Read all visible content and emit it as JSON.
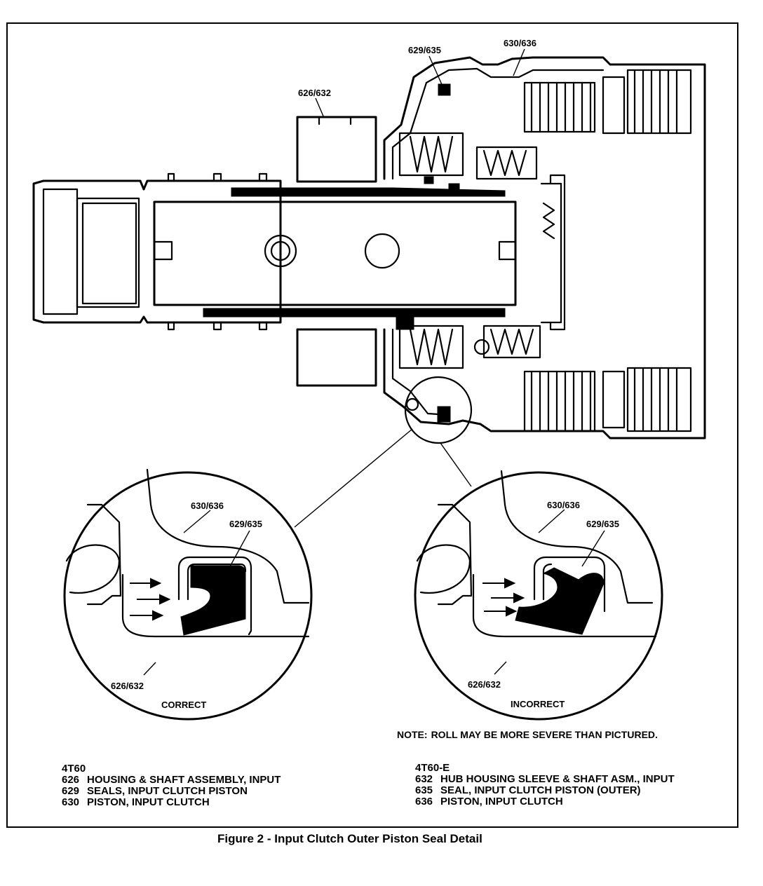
{
  "part_labels": {
    "seal_top": "629/635",
    "piston_top": "630/636",
    "housing_top": "626/632"
  },
  "detail_correct": {
    "piston": "630/636",
    "seal": "629/635",
    "housing": "626/632",
    "status": "CORRECT"
  },
  "detail_incorrect": {
    "piston": "630/636",
    "seal": "629/635",
    "housing": "626/632",
    "status": "INCORRECT"
  },
  "note": {
    "prefix": "NOTE:",
    "text": "ROLL MAY BE MORE SEVERE THAN PICTURED."
  },
  "legend_left": {
    "model": "4T60",
    "items": [
      {
        "num": "626",
        "desc": "HOUSING & SHAFT ASSEMBLY, INPUT"
      },
      {
        "num": "629",
        "desc": "SEALS, INPUT CLUTCH PISTON"
      },
      {
        "num": "630",
        "desc": "PISTON, INPUT CLUTCH"
      }
    ]
  },
  "legend_right": {
    "model": "4T60-E",
    "items": [
      {
        "num": "632",
        "desc": "HUB HOUSING SLEEVE & SHAFT ASM., INPUT"
      },
      {
        "num": "635",
        "desc": "SEAL, INPUT CLUTCH PISTON (OUTER)"
      },
      {
        "num": "636",
        "desc": "PISTON, INPUT CLUTCH"
      }
    ]
  },
  "caption": "Figure 2 - Input Clutch Outer Piston Seal Detail"
}
